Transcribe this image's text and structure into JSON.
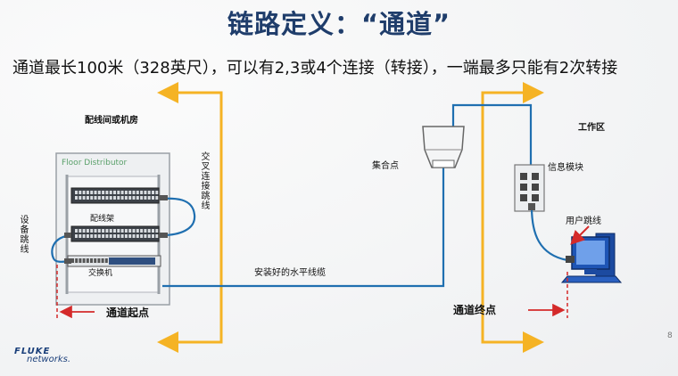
{
  "slide": {
    "title": "链路定义：“通道”",
    "subtitle": "通道最长100米（328英尺），可以有2,3或4个连接（转接），一端最多只能有2次转接",
    "page_number": "8"
  },
  "diagram": {
    "room_label": "配线间或机房",
    "floor_distributor": "Floor Distributor",
    "patch_panel": "配线架",
    "switch": "交换机",
    "cross_connect_cord": "交叉连接跳线",
    "equipment_cord": "设备跳线",
    "horizontal_cable": "安装好的水平线缆",
    "consolidation_point": "集合点",
    "work_area": "工作区",
    "outlet": "信息模块",
    "user_cord": "用户跳线",
    "channel_start": "通道起点",
    "channel_end": "通道终点"
  },
  "colors": {
    "title": "#1f3d6b",
    "cable": "#1f6fb0",
    "bracket": "#f5b324",
    "marker": "#d42a2a"
  },
  "logo": {
    "line1": "FLUKE",
    "line2": "networks."
  }
}
